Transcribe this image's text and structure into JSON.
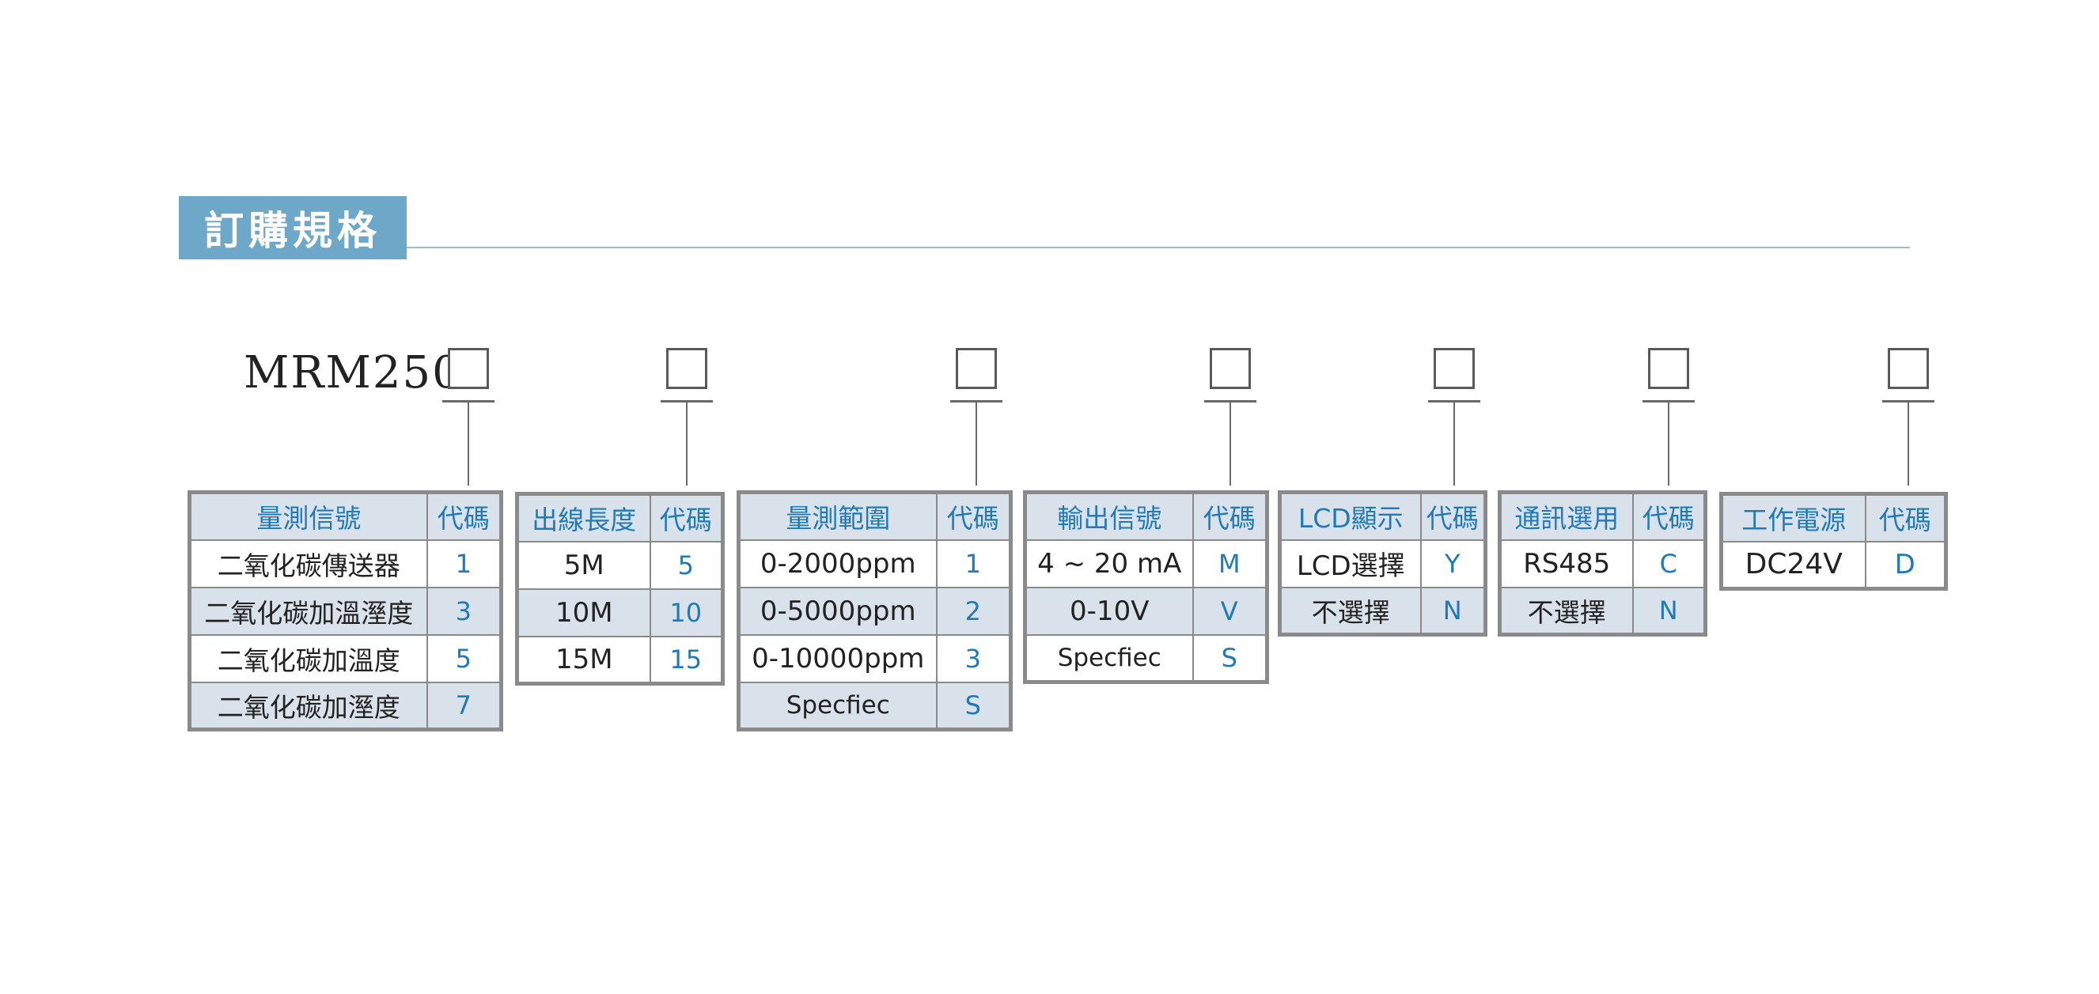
{
  "title": "訂購規格",
  "model": "MRM250",
  "tables": [
    {
      "header": {
        "name": "量測信號",
        "code": "代碼"
      },
      "rows": [
        {
          "name": "二氧化碳傳送器",
          "code": "1"
        },
        {
          "name": "二氧化碳加溫溼度",
          "code": "3"
        },
        {
          "name": "二氧化碳加溫度",
          "code": "5"
        },
        {
          "name": "二氧化碳加溼度",
          "code": "7"
        }
      ]
    },
    {
      "header": {
        "name": "出線長度",
        "code": "代碼"
      },
      "rows": [
        {
          "name": "5M",
          "code": "5"
        },
        {
          "name": "10M",
          "code": "10"
        },
        {
          "name": "15M",
          "code": "15"
        }
      ]
    },
    {
      "header": {
        "name": "量測範圍",
        "code": "代碼"
      },
      "rows": [
        {
          "name": "0-2000ppm",
          "code": "1"
        },
        {
          "name": "0-5000ppm",
          "code": "2"
        },
        {
          "name": "0-10000ppm",
          "code": "3"
        },
        {
          "name": "Specfiec",
          "code": "S"
        }
      ]
    },
    {
      "header": {
        "name": "輸出信號",
        "code": "代碼"
      },
      "rows": [
        {
          "name": "4 ~ 20 mA",
          "code": "M"
        },
        {
          "name": "0-10V",
          "code": "V"
        },
        {
          "name": "Specfiec",
          "code": "S"
        }
      ]
    },
    {
      "header": {
        "name": "LCD顯示",
        "code": "代碼"
      },
      "rows": [
        {
          "name": "LCD選擇",
          "code": "Y"
        },
        {
          "name": "不選擇",
          "code": "N"
        }
      ]
    },
    {
      "header": {
        "name": "通訊選用",
        "code": "代碼"
      },
      "rows": [
        {
          "name": "RS485",
          "code": "C"
        },
        {
          "name": "不選擇",
          "code": "N"
        }
      ]
    },
    {
      "header": {
        "name": "工作電源",
        "code": "代碼"
      },
      "rows": [
        {
          "name": "DC24V",
          "code": "D"
        }
      ]
    }
  ],
  "colors": {
    "title_bg": "#6ea8c9",
    "header_bg": "#d9e1ea",
    "code_text": "#1f7ab7",
    "border": "#8a8a8a"
  }
}
